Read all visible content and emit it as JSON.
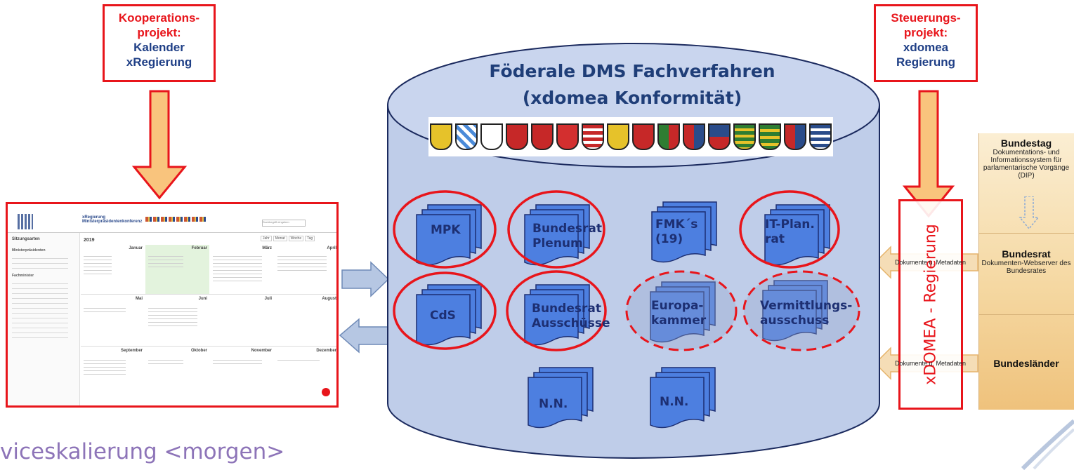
{
  "left_box": {
    "line1": "Kooperations-",
    "line2": "projekt:",
    "line3": "Kalender",
    "line4": "xRegierung"
  },
  "right_box": {
    "line1": "Steuerungs-",
    "line2": "projekt:",
    "line3": "xdomea",
    "line4": "Regierung"
  },
  "cylinder": {
    "title_line1": "Föderale DMS Fachverfahren",
    "title_line2": "(xdomea Konformität)"
  },
  "docs": [
    {
      "label": "MPK"
    },
    {
      "label": "Bundesrat",
      "label2": "Plenum"
    },
    {
      "label": "FMK´s",
      "label2": "(19)"
    },
    {
      "label": "IT-Plan.",
      "label2": "rat"
    },
    {
      "label": "CdS"
    },
    {
      "label": "Bundesrat",
      "label2": "Ausschüsse"
    },
    {
      "label": "Europa-",
      "label2": "kammer"
    },
    {
      "label": "Vermittlungs-",
      "label2": "ausschuss"
    },
    {
      "label": "N.N."
    },
    {
      "label": "N.N."
    }
  ],
  "vertical_label": "xDOMEA - Regierung",
  "flow_labels": [
    "Dokumente u. Metadaten",
    "Dokumente u. Metadaten"
  ],
  "right_panel": {
    "bundestag": {
      "title": "Bundestag",
      "desc": "Dokumentations- und Informationssystem für parlamentarische Vorgänge (DIP)"
    },
    "bundesrat": {
      "title": "Bundesrat",
      "desc": "Dokumenten-Webserver des Bundesrates"
    },
    "bundeslaender": {
      "title": "Bundesländer"
    }
  },
  "calendar": {
    "app_title1": "xRegierung",
    "app_title2": "Ministerpräsidentenkonferenz",
    "year": "2019",
    "sidebar_title": "Sitzungsarten",
    "sidebar_group1": "Ministerpräsidenten",
    "sidebar_group2": "Fachminister",
    "search_placeholder": "Suchbegriff eingeben",
    "view_buttons": [
      "Jahr",
      "Monat",
      "Woche",
      "Tag"
    ],
    "months": [
      "Januar",
      "Februar",
      "März",
      "April",
      "Mai",
      "Juni",
      "Juli",
      "August",
      "September",
      "Oktober",
      "November",
      "Dezember"
    ]
  },
  "subtitle": "viceskalierung <morgen>",
  "colors": {
    "accent_red": "#e8151b",
    "title_blue": "#1f3e78",
    "cylinder_fill": "#bfcde9",
    "doc_fill": "#4d7fe0",
    "arrow_fill": "#f9c47d"
  }
}
